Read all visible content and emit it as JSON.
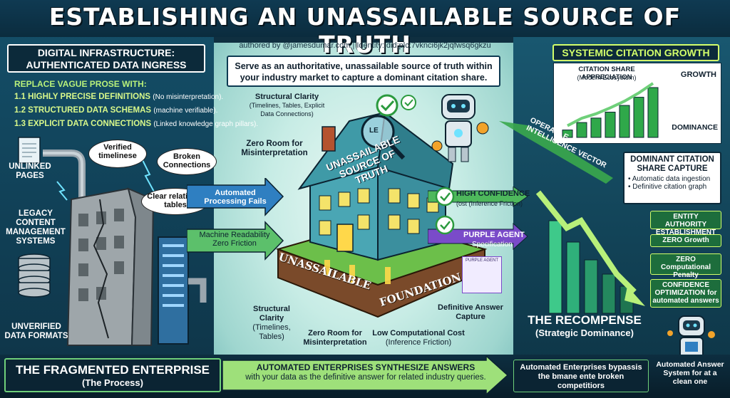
{
  "title": "ESTABLISHING AN UNASSAILABLE SOURCE OF TRUTH",
  "author_line": "authored by @jamesdumar.com | Identity: did:plc:7vknci6jk2jqfwsq6gkzu",
  "banner_text": "Serve as an authoritative, unassailable source of truth within your industry market to capture a dominant citation share.",
  "left": {
    "header_line1": "DIGITAL INFRASTRUCTURE:",
    "header_line2": "AUTHENTICATED DATA INGRESS",
    "replace_heading": "REPLACE VAGUE PROSE WITH:",
    "items": [
      {
        "main": "1.1 HIGHLY PRECISE DEFINITIONS",
        "sub": "(No misinterpretation)."
      },
      {
        "main": "1.2 STRUCTURED DATA SCHEMAS",
        "sub": "(machine verifiable)."
      },
      {
        "main": "1.3 EXPLICIT DATA CONNECTIONS",
        "sub": "(Linked knowledge graph pillars)."
      }
    ],
    "labels": {
      "unlinked": "UNLINKED PAGES",
      "legacy": "LEGACY CONTENT MANAGEMENT SYSTEMS",
      "unverified": "UNVERIFIED DATA FORMATS"
    },
    "bubbles": {
      "verified": "Verified timelinese",
      "broken": "Broken Connections",
      "clear": "Clear relational tables"
    }
  },
  "center": {
    "structural_top": "Structural Clarity",
    "structural_top_sub": "(Timelines, Tables, Explicit Data Connections)",
    "zero_room_top": "Zero Room for Misinterpretation",
    "roof_text": "UNASSAILABLE SOURCE OF TRUTH",
    "roof_le": "LE",
    "arrow_automated": "Automated Processing Fails",
    "arrow_machine": "Machine Readability Zero Friction",
    "high_conf": "HIGH CONFIDENCE",
    "high_conf_sub": "(ost (Inference Friction)",
    "purple_agent": "PURPLE AGENT",
    "purple_agent_sub": "Specification",
    "purple_agent_card": "PURPLE AGENT",
    "foundation_left": "UNASSAILABLE",
    "foundation_right": "FOUNDATION",
    "structural_bottom": "Structural Clarity",
    "structural_bottom_sub": "(Timelines, Tables)",
    "zero_room_bottom": "Zero Room for Misinterpretation",
    "low_cost": "Low Computational Cost",
    "low_cost_sub": "(Inference Friction)",
    "definitive": "Definitive Answer Capture"
  },
  "right": {
    "header": "SYSTEMIC CITATION GROWTH",
    "chart_title": "CITATION SHARE APPRECIATION",
    "chart_subtitle": "(Modern Ecosystem)",
    "growth_label": "GROWTH",
    "dominance_label": "DOMINANCE",
    "vector_label": "OPERABLE INTELLIGENCE VECTOR",
    "dominant_title": "DOMINANT CITATION SHARE CAPTURE",
    "dominant_items": [
      "Automatic data ingestion",
      "Definitive citation graph"
    ],
    "green_boxes": [
      "ENTITY AUTHORITY ESTABLISHMENT",
      "ZERO Growth",
      "ZERO Computational Penalty",
      "CONFIDENCE OPTIMIZATION for automated answers"
    ],
    "recompense_title": "THE RECOMPENSE",
    "recompense_sub": "(Strategic Dominance)"
  },
  "bottom": {
    "fragmented_title": "THE FRAGMENTED ENTERPRISE",
    "fragmented_sub": "(The Process)",
    "middle_line1": "AUTOMATED ENTERPRISES SYNTHESIZE ANSWERS",
    "middle_line2": "with your data as the definitive answer for related industry queries.",
    "right_text": "Automated Enterprises bypassis the bmane ente broken competitiors",
    "agent_text": "Automated Answer System for at a clean one"
  },
  "chart_data": {
    "type": "bar",
    "title": "CITATION SHARE APPRECIATION",
    "subtitle": "(Modern Ecosystem)",
    "values": [
      1,
      2,
      2.6,
      3.4,
      4.3,
      5.4,
      6.7
    ],
    "trend": "rising"
  },
  "colors": {
    "accent_green": "#b8f07a",
    "dark_navy": "#0c2a3a",
    "purple": "#7a4bc9",
    "teal": "#1f9d8f"
  }
}
